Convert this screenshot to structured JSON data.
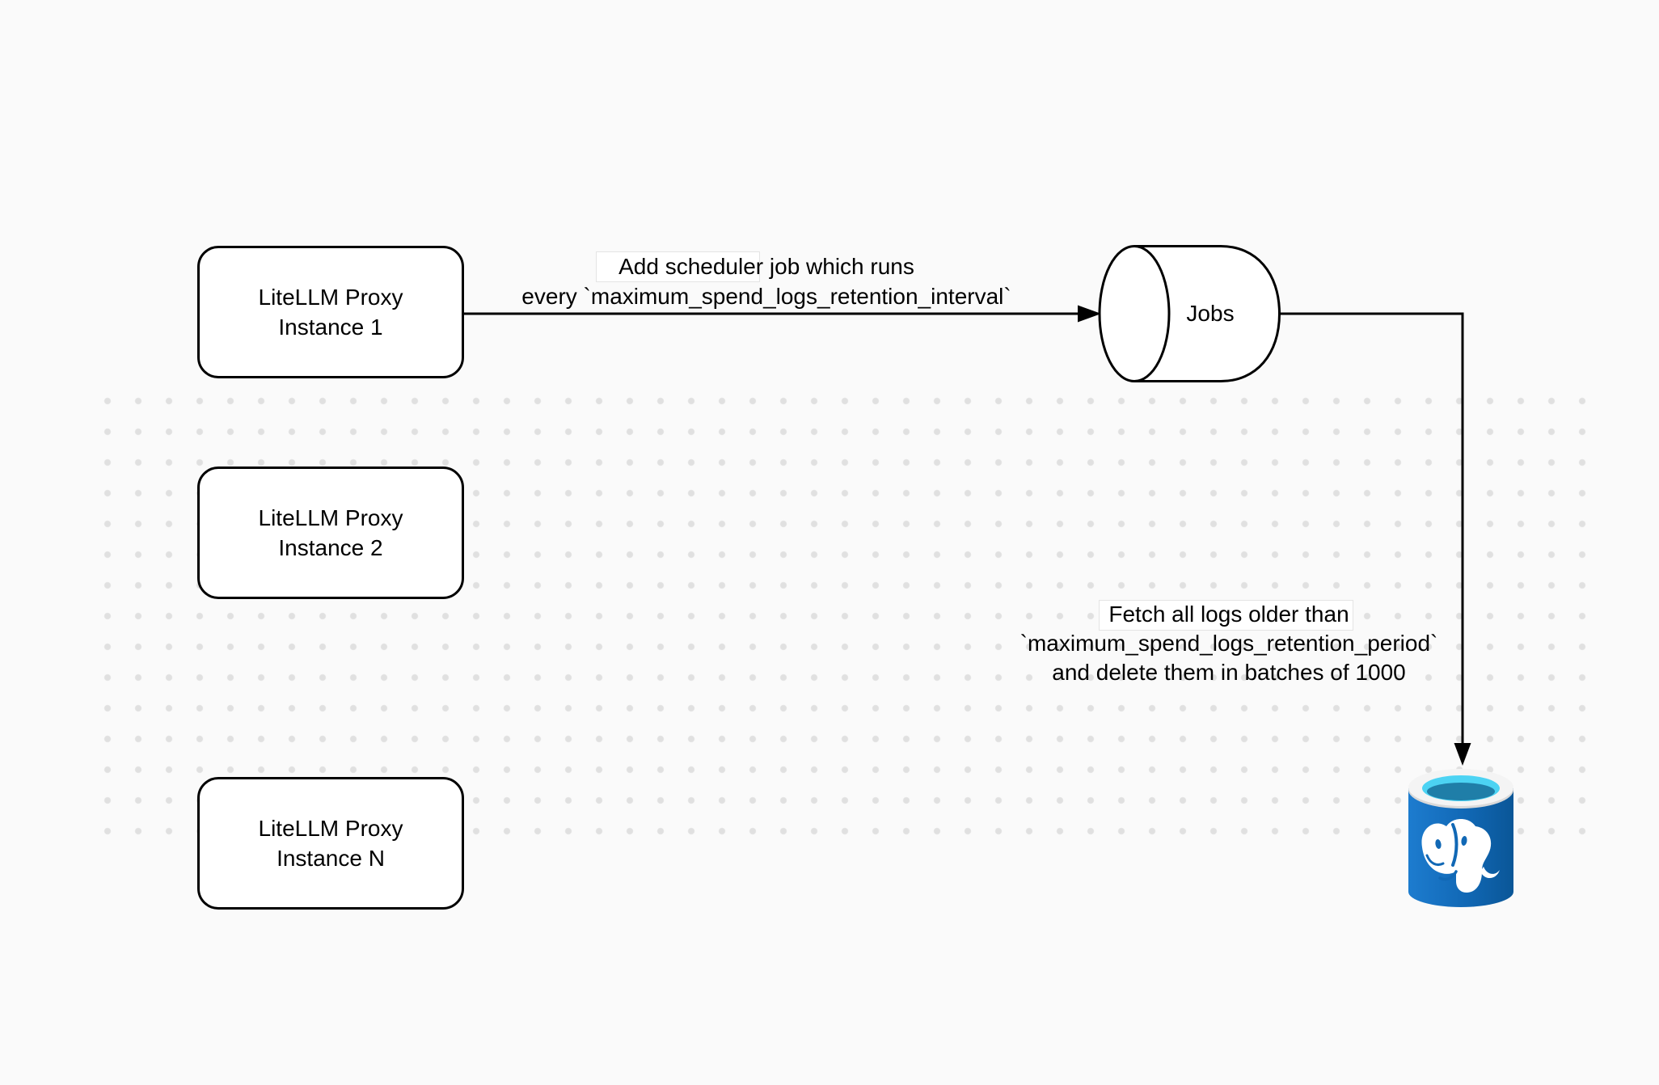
{
  "nodes": {
    "proxy1": {
      "line1": "LiteLLM Proxy",
      "line2": "Instance 1"
    },
    "proxy2": {
      "line1": "LiteLLM Proxy",
      "line2": "Instance 2"
    },
    "proxyN": {
      "line1": "LiteLLM Proxy",
      "line2": "Instance N"
    },
    "jobs": {
      "label": "Jobs"
    },
    "database": {
      "icon": "postgresql-database-icon"
    }
  },
  "edge_labels": {
    "scheduler_job": {
      "line1": "Add scheduler job which runs",
      "line2": "every `maximum_spend_logs_retention_interval`"
    },
    "fetch_logs": {
      "line1": "Fetch all logs older than",
      "line2": "`maximum_spend_logs_retention_period`",
      "line3": "and delete them in batches of 1000"
    }
  },
  "colors": {
    "canvas_background": "#fafafa",
    "grid_dot": "#e0e0e0",
    "shape_stroke": "#000000",
    "shape_fill": "#ffffff",
    "postgres_blue": "#1168b5",
    "postgres_blue_light": "#1d7ccf",
    "postgres_blue_dark": "#0a5697",
    "postgres_cyan": "#4cd3f3",
    "postgres_inner_teal": "#1f7ea8",
    "postgres_rim": "#f1f1f1"
  }
}
